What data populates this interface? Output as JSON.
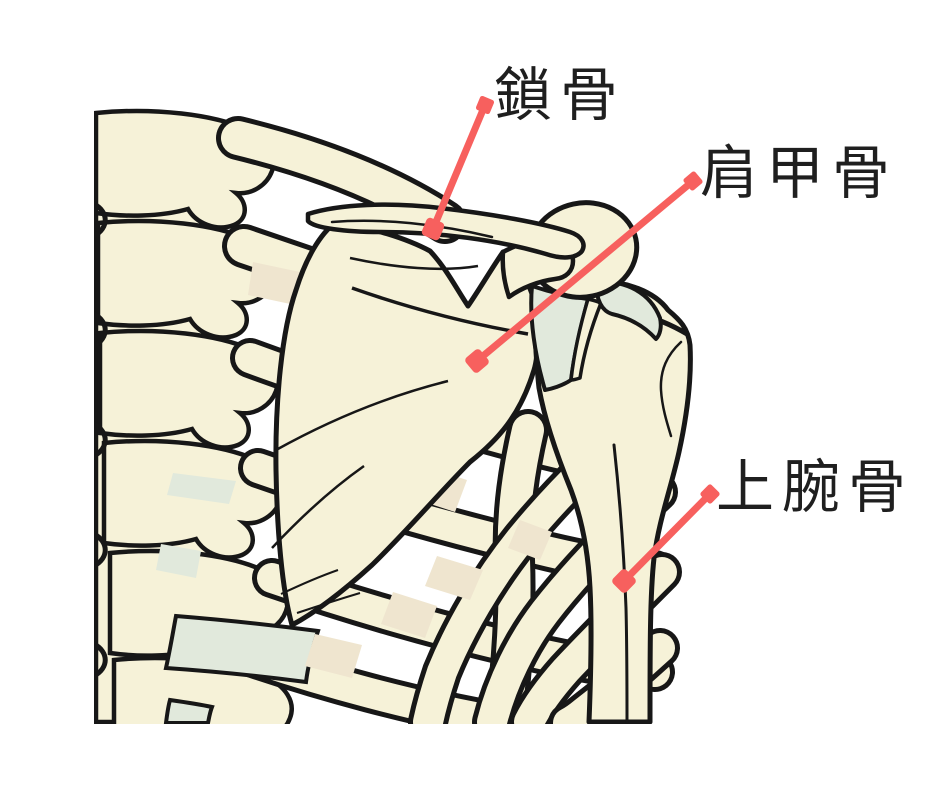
{
  "labels": [
    {
      "id": "clavicle",
      "text": "鎖骨"
    },
    {
      "id": "scapula",
      "text": "肩甲骨"
    },
    {
      "id": "humerus",
      "text": "上腕骨"
    }
  ],
  "colors": {
    "background": "#ffffff",
    "bone": "#f6f2d8",
    "cartilage": "#e1e9dc",
    "shade": "#efe5cf",
    "outline": "#171717",
    "leader": "#f7605e",
    "text": "#1f1f1f"
  }
}
